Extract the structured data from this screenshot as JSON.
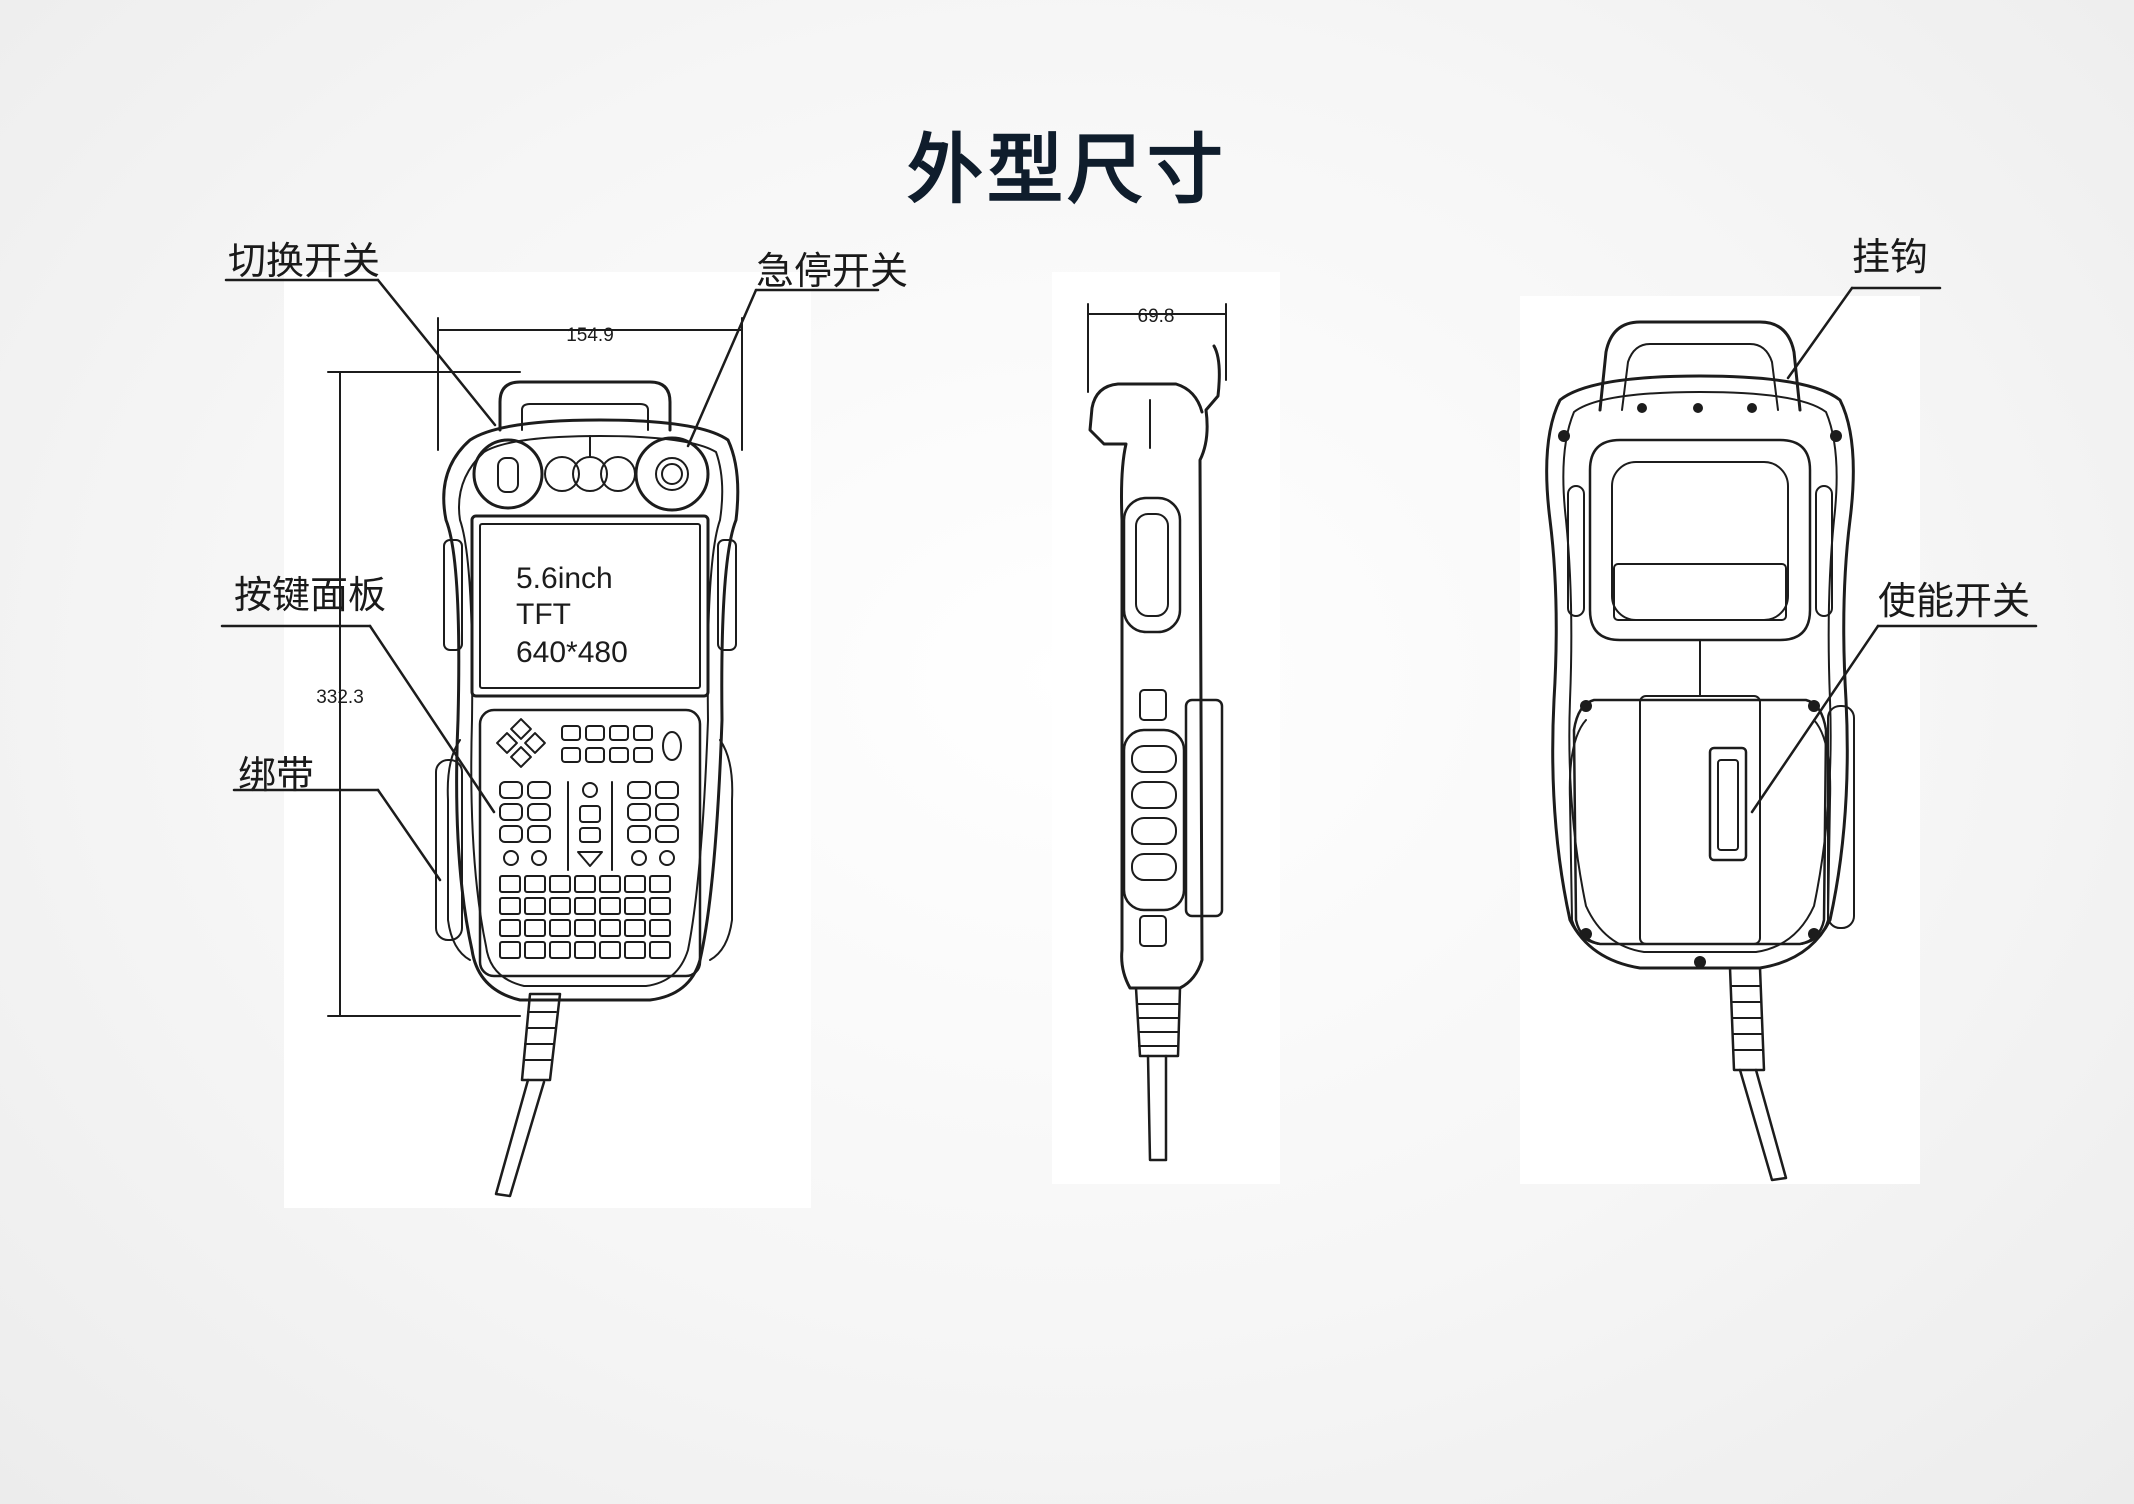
{
  "title": "外型尺寸",
  "callouts": {
    "switch": "切换开关",
    "estop": "急停开关",
    "keypad": "按键面板",
    "strap": "绑带",
    "hook": "挂钩",
    "enable": "使能开关"
  },
  "dimensions": {
    "width": "154.9",
    "height": "332.3",
    "depth": "69.8"
  },
  "screen": {
    "line1": "5.6inch",
    "line2": "TFT",
    "line3": "640*480"
  },
  "colors": {
    "line": "#1c1c1c",
    "title": "#0f1d2c"
  }
}
